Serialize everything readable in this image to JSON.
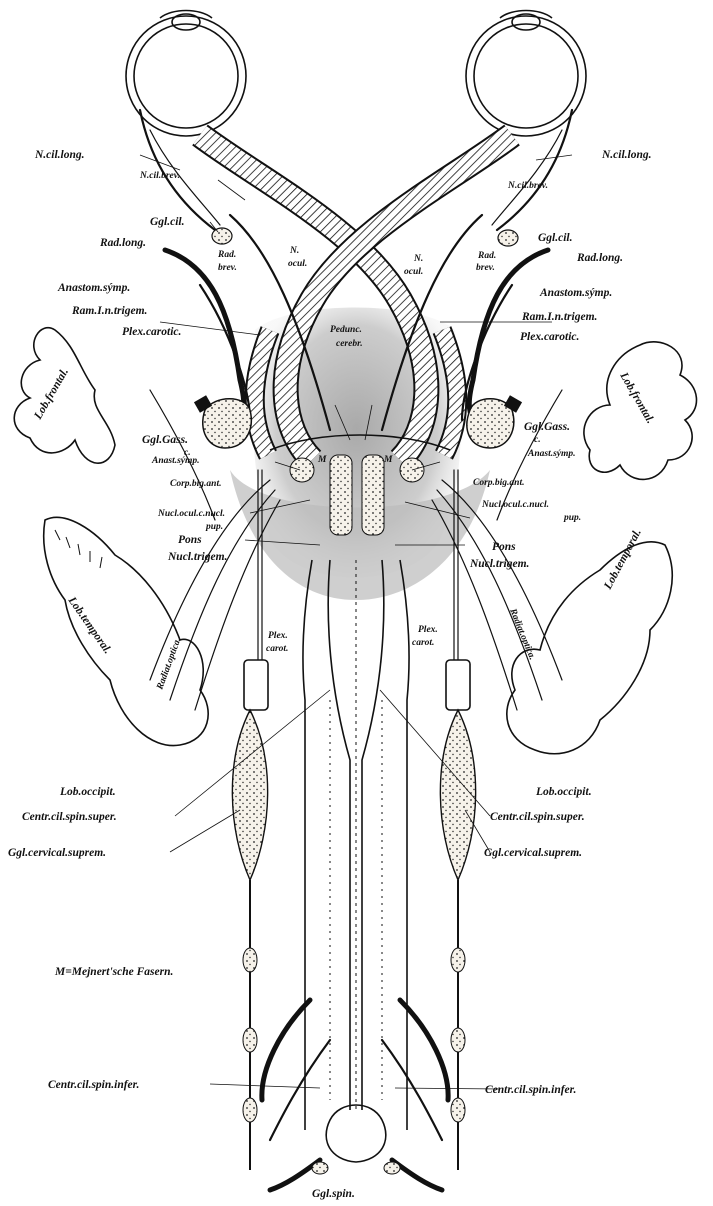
{
  "figure": {
    "labels": {
      "n_cil_long_l": "N.cil.long.",
      "n_cil_long_r": "N.cil.long.",
      "n_cil_brev_l": "N.cil.brev.",
      "n_cil_brev_r": "N.cil.brev.",
      "ggl_cil_l": "Ggl.cil.",
      "ggl_cil_r": "Ggl.cil.",
      "rad_long_l": "Rad.long.",
      "rad_long_r": "Rad.long.",
      "rad_brev_l": "Rad.",
      "rad_brev_l2": "brev.",
      "rad_brev_r": "Rad.",
      "rad_brev_r2": "brev.",
      "n_ocul_l": "N.",
      "n_ocul_l2": "ocul.",
      "n_ocul_r": "N.",
      "n_ocul_r2": "ocul.",
      "anastom_symp_l": "Anastom.sýmp.",
      "anastom_symp_r": "Anastom.sýmp.",
      "ram_trigem_l": "Ram.I.n.trigem.",
      "ram_trigem_r": "Ram.I.n.trigem.",
      "plex_carotic_l": "Plex.carotic.",
      "plex_carotic_r": "Plex.carotic.",
      "pedunc": "Pedunc.",
      "pedunc2": "cerebr.",
      "lob_frontal_l": "Lob.frontal.",
      "lob_frontal_r": "Lob.frontal.",
      "ggl_gass_l": "Ggl.Gass.",
      "ggl_gass_l2": "c.",
      "ggl_gass_r": "Ggl.Gass.",
      "ggl_gass_r2": "c.",
      "anast_symp_l": "Anast.sýmp.",
      "anast_symp_r": "Anast.sýmp.",
      "corp_big_l": "Corp.big.ant.",
      "corp_big_r": "Corp.big.ant.",
      "m_l": "M",
      "m_r": "M",
      "nucl_ocul_l": "Nucl.ocul.c.nucl.",
      "nucl_ocul_l2": "pup.",
      "nucl_ocul_r": "Nucl.ocul.c.nucl.",
      "nucl_ocul_r2": "pup.",
      "pons_l": "Pons",
      "pons_r": "Pons",
      "nucl_trigem_l": "Nucl.trigem.",
      "nucl_trigem_r": "Nucl.trigem.",
      "lob_temporal_l": "Lob.temporal.",
      "lob_temporal_r": "Lob.temporal.",
      "radiat_l": "Radiat.optica.",
      "radiat_r": "Radiat.optica.",
      "plex_carot_l": "Plex.",
      "plex_carot_l2": "carot.",
      "plex_carot_r": "Plex.",
      "plex_carot_r2": "carot.",
      "lob_occipit_l": "Lob.occipit.",
      "lob_occipit_r": "Lob.occipit.",
      "centr_super_l": "Centr.cil.spin.super.",
      "centr_super_r": "Centr.cil.spin.super.",
      "ggl_cerv_l": "Ggl.cervical.suprem.",
      "ggl_cerv_r": "Ggl.cervical.suprem.",
      "meynert": "M=Mejnert'sche Fasern.",
      "centr_infer_l": "Centr.cil.spin.infer.",
      "centr_infer_r": "Centr.cil.spin.infer.",
      "ggl_spin": "Ggl.spin."
    }
  },
  "colors": {
    "ink": "#111111",
    "paper": "#ffffff",
    "shade": "#c8c8c8"
  }
}
